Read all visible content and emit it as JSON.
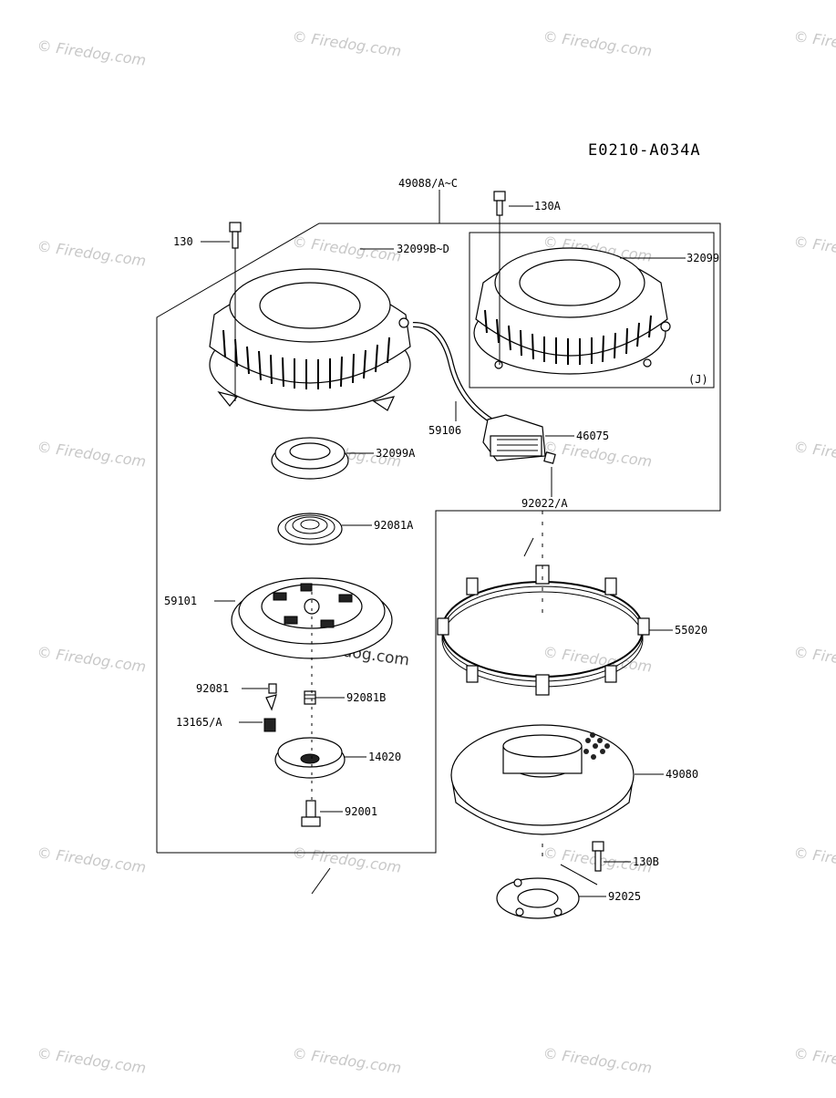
{
  "diagram_code": "E0210-A034A",
  "watermark": "© Firedog.com",
  "labels": {
    "l_49088": "49088/A~C",
    "l_130A": "130A",
    "l_130": "130",
    "l_32099BD": "32099B~D",
    "l_32099": "32099",
    "l_J": "(J)",
    "l_59106": "59106",
    "l_46075": "46075",
    "l_32099A": "32099A",
    "l_92022A": "92022/A",
    "l_92081A": "92081A",
    "l_59101": "59101",
    "l_55020": "55020",
    "l_92081": "92081",
    "l_92081B": "92081B",
    "l_13165A": "13165/A",
    "l_14020": "14020",
    "l_49080": "49080",
    "l_92001": "92001",
    "l_130B": "130B",
    "l_92025": "92025"
  }
}
